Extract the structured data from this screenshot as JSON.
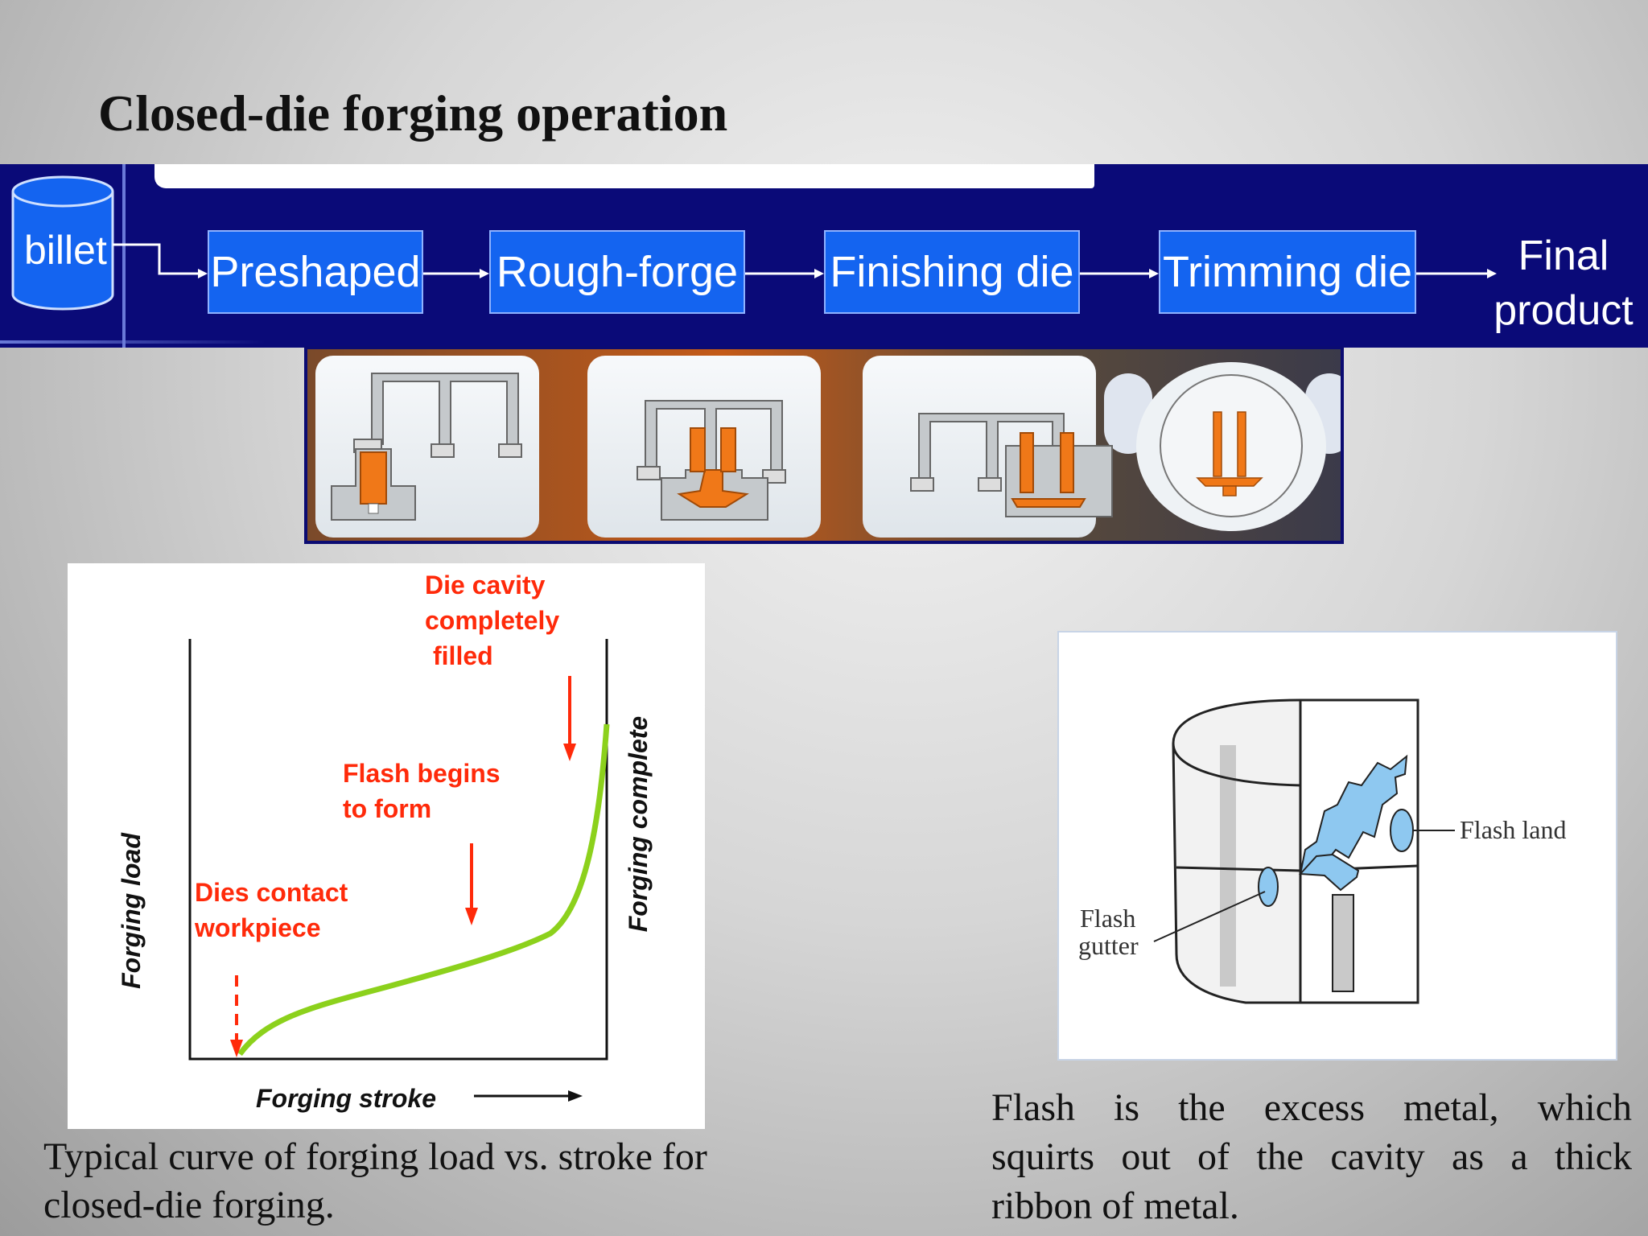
{
  "slide": {
    "title": "Closed-die forging operation"
  },
  "flow": {
    "start": "billet",
    "steps": [
      "Preshaped",
      "Rough-forge",
      "Finishing die",
      "Trimming die"
    ],
    "end_line1": "Final",
    "end_line2": "product"
  },
  "colors": {
    "flow_band": "#0a0a78",
    "step_box": "#1464f0",
    "curve": "#8cd11c",
    "annotation": "#ff2a0a",
    "metal": "#f07818",
    "cavity": "#8ec8f0"
  },
  "load_chart": {
    "y_axis_label": "Forging load",
    "x_axis_label": "Forging stroke",
    "right_label": "Forging complete",
    "annot_contact_1": "Dies contact",
    "annot_contact_2": "workpiece",
    "annot_flash_1": "Flash begins",
    "annot_flash_2": "to form",
    "annot_filled_1": "Die cavity",
    "annot_filled_2": "completely",
    "annot_filled_3": "filled"
  },
  "flash_diagram": {
    "label_land": "Flash land",
    "label_gutter_1": "Flash",
    "label_gutter_2": "gutter"
  },
  "captions": {
    "left_line1": "Typical curve of forging load vs. stroke for",
    "left_line2": "closed-die forging.",
    "right_line1": "Flash is the excess metal, which",
    "right_line2": "squirts out of the cavity as a thick",
    "right_line3": "ribbon of metal."
  }
}
